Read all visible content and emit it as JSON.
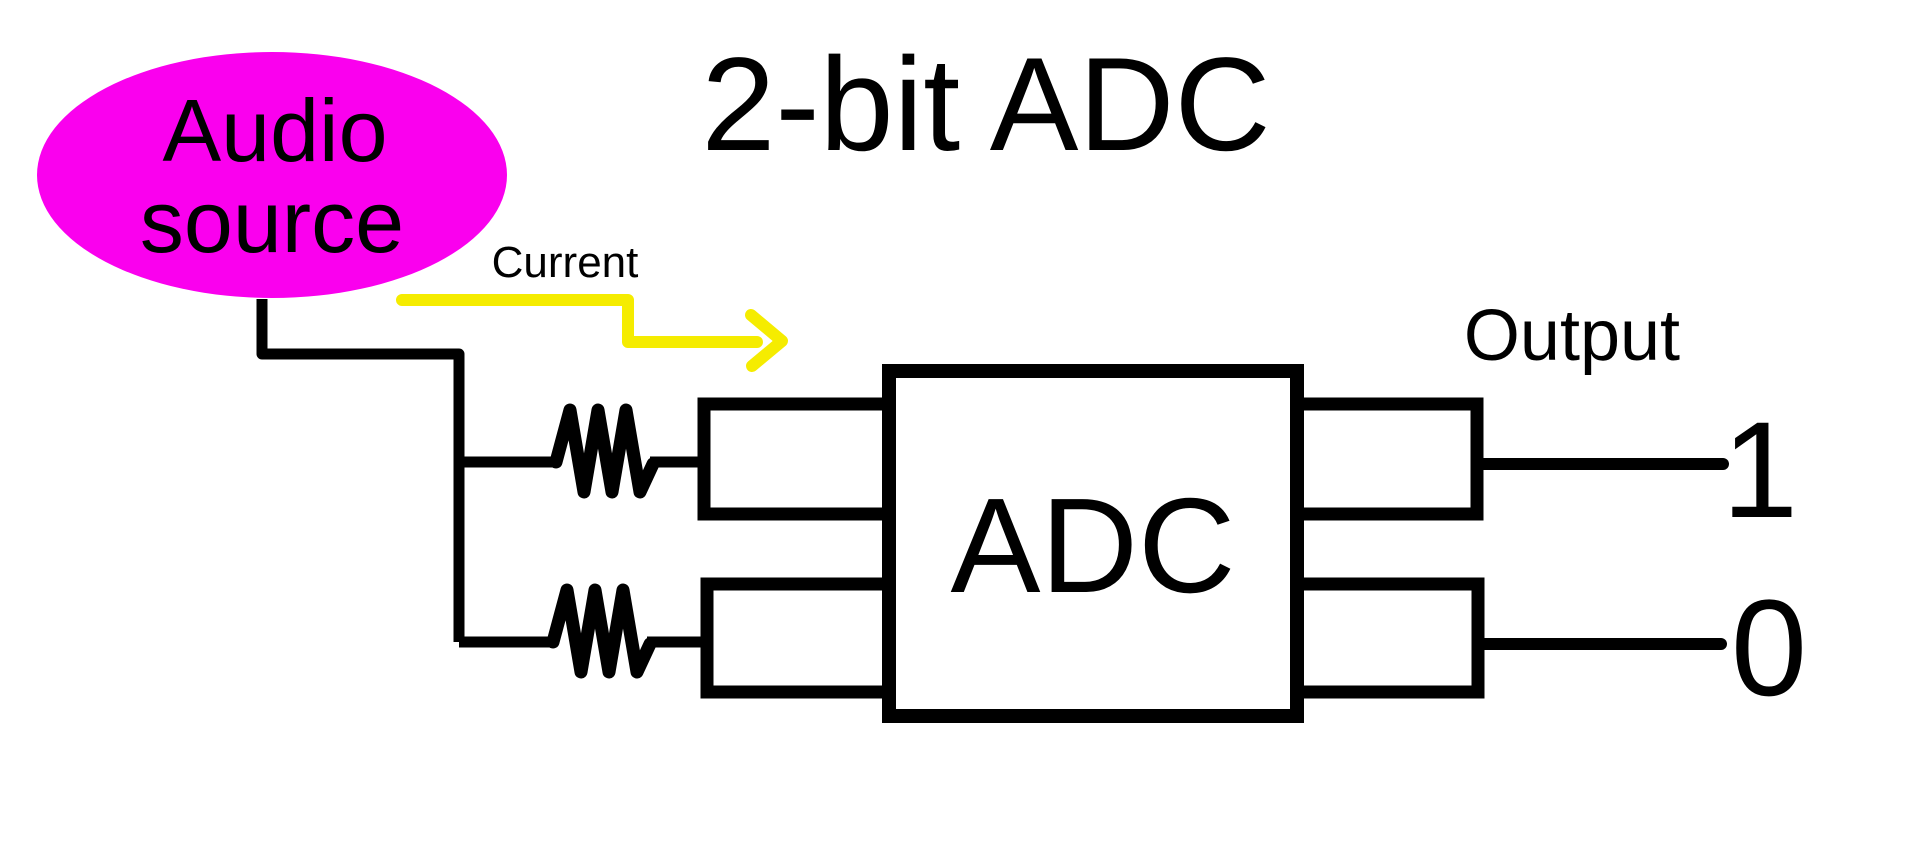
{
  "diagram": {
    "title": "2-bit ADC",
    "audio_source": {
      "line1": "Audio",
      "line2": "source"
    },
    "current_label": "Current",
    "adc_label": "ADC",
    "output_label": "Output",
    "output_bits": {
      "bit1": "1",
      "bit0": "0"
    },
    "colors": {
      "audio_source_fill": "#FA00EE",
      "audio_source_text": "#FFFFFF",
      "current_arrow": "#F5EC00",
      "output_label_text": "#2222D4",
      "wire": "#000000",
      "canvas_background": "#FFFFFF"
    }
  }
}
